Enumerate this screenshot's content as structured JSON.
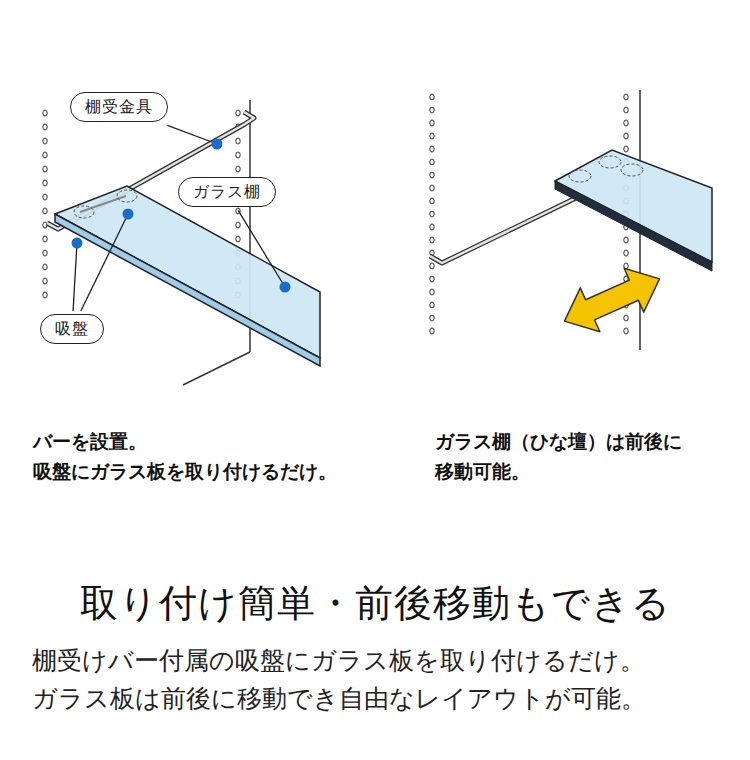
{
  "diagram": {
    "title": "取り付け簡単・前後移動もできる",
    "caption": "棚受けバー付属の吸盤にガラス板を取り付けるだけ。 ガラス板は前後に移動でき自由なレイアウトが可能。",
    "nodes": [
      {
        "text": [
          "棚受金具"
        ]
      },
      {
        "text": [
          "ガラス棚"
        ]
      },
      {
        "text": [
          "吸盤"
        ]
      }
    ],
    "labels": [
      "バーを設置。 吸盤にガラス板を取り付けるだけ。",
      "ガラス棚（ひな壇）は前後に 移動可能。"
    ]
  }
}
